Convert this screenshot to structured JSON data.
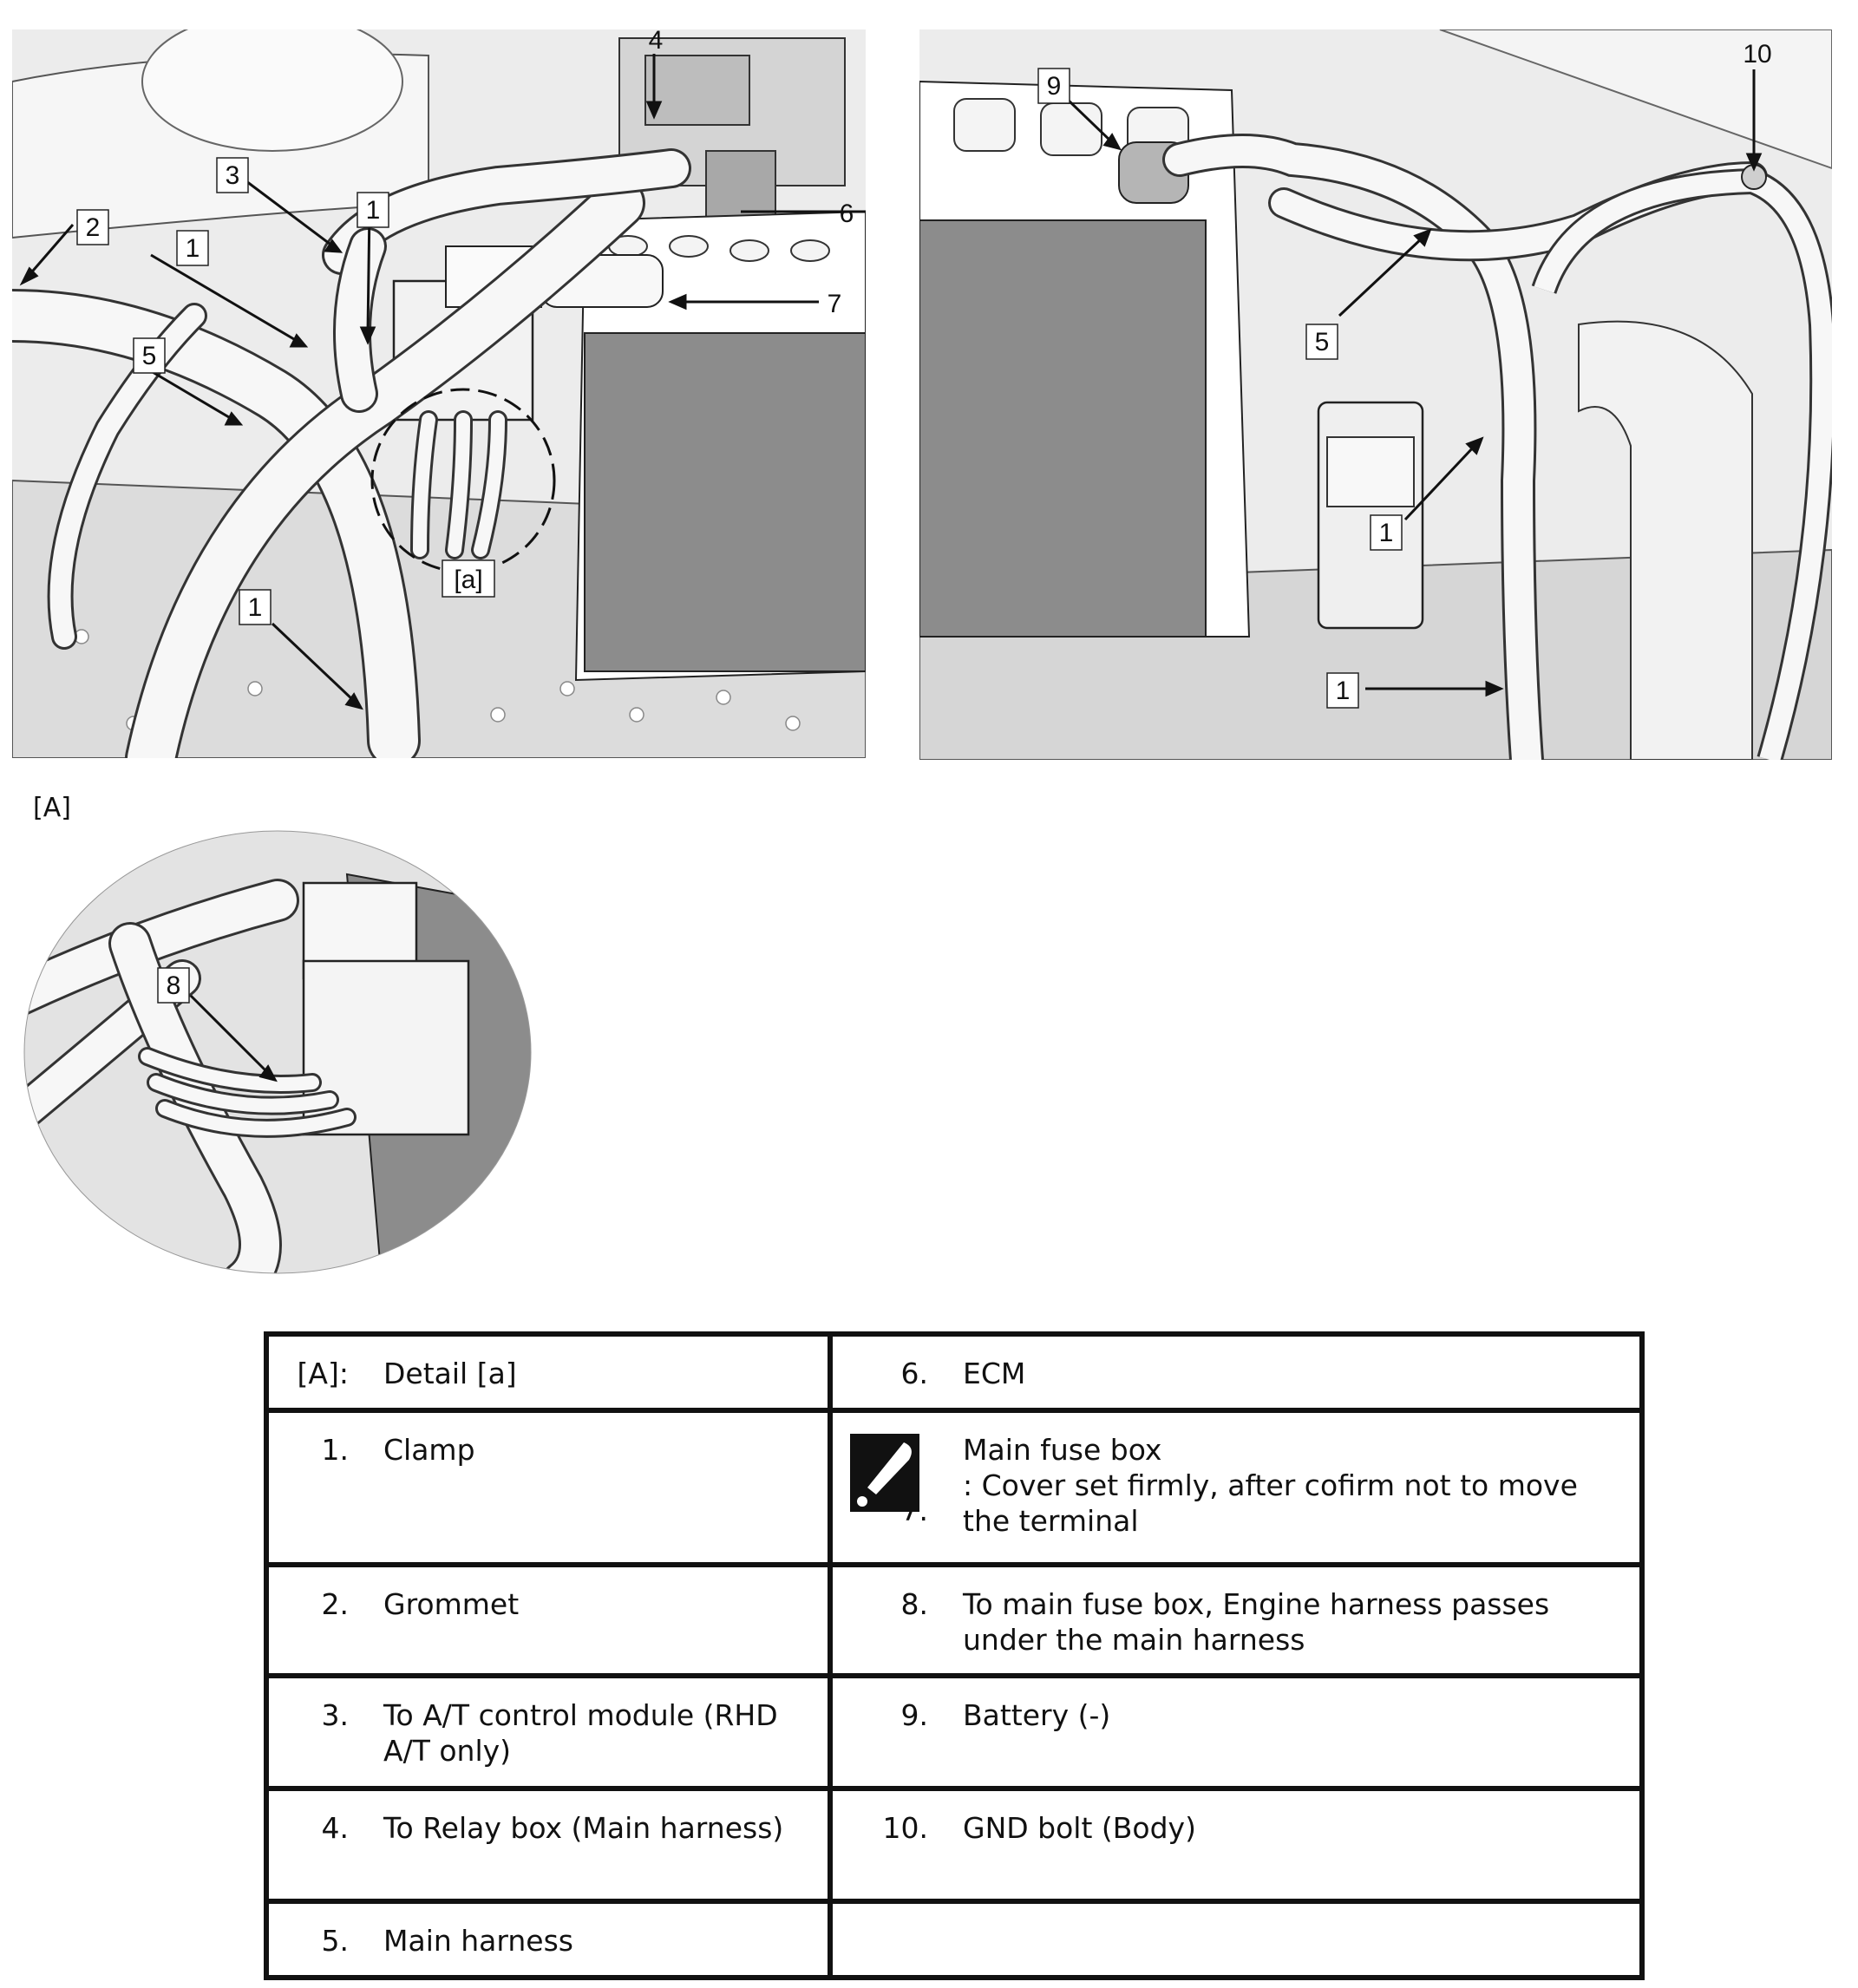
{
  "figure": {
    "left_callouts": [
      "1",
      "1",
      "1",
      "2",
      "3",
      "4",
      "5",
      "6",
      "7",
      "[a]"
    ],
    "right_callouts": [
      "1",
      "1",
      "5",
      "9",
      "10"
    ],
    "detail_label": "[A]",
    "detail_callouts": [
      "8"
    ]
  },
  "legend": {
    "rows": [
      {
        "left": {
          "num": "[A]:",
          "text": "Detail [a]"
        },
        "right": {
          "num": "6.",
          "text": "ECM"
        }
      },
      {
        "left": {
          "num": "1.",
          "text": "Clamp"
        },
        "right": {
          "num": "7.",
          "text": "Main fuse box",
          "subtext": ": Cover set firmly, after cofirm not to move the terminal",
          "icon": "caution-icon"
        }
      },
      {
        "left": {
          "num": "2.",
          "text": "Grommet"
        },
        "right": {
          "num": "8.",
          "text": "To main fuse box, Engine harness passes under the main harness"
        }
      },
      {
        "left": {
          "num": "3.",
          "text": "To A/T control module (RHD A/T only)"
        },
        "right": {
          "num": "9.",
          "text": "Battery (-)"
        }
      },
      {
        "left": {
          "num": "4.",
          "text": "To Relay box (Main harness)"
        },
        "right": {
          "num": "10.",
          "text": "GND bolt (Body)"
        }
      },
      {
        "left": {
          "num": "5.",
          "text": "Main harness"
        },
        "right": {
          "num": "",
          "text": ""
        }
      }
    ]
  },
  "colors": {
    "line": "#111111",
    "panel": "#e9e9e9",
    "shade": "#8c8c8c",
    "light": "#f7f7f7"
  }
}
